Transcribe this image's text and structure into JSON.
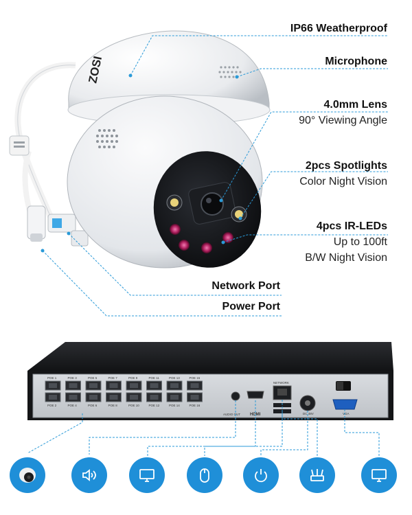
{
  "labels": {
    "weatherproof": "IP66 Weatherproof",
    "microphone": "Microphone",
    "lens_title": "4.0mm Lens",
    "lens_sub": "90° Viewing Angle",
    "spotlights_title": "2pcs Spotlights",
    "spotlights_sub": "Color Night Vision",
    "irleds_title": "4pcs IR-LEDs",
    "irleds_sub1": "Up to 100ft",
    "irleds_sub2": "B/W Night Vision",
    "network_port": "Network Port",
    "power_port": "Power Port"
  },
  "camera": {
    "brand": "ZOSI"
  },
  "nvr": {
    "poe_top": [
      "POE 1",
      "POE 3",
      "POE 5",
      "POE 7",
      "POE 9",
      "POE 11",
      "POE 13",
      "POE 15"
    ],
    "poe_bottom": [
      "POE 2",
      "POE 4",
      "POE 6",
      "POE 8",
      "POE 10",
      "POE 12",
      "POE 14",
      "POE 16"
    ],
    "audio_out": "AUDIO OUT",
    "hdmi": "HDMI",
    "network": "NETWORK",
    "dc": "DC 48V",
    "vga": "VGA"
  },
  "icons": [
    "camera-icon",
    "speaker-icon",
    "monitor-icon",
    "mouse-icon",
    "power-icon",
    "router-icon",
    "monitor-icon"
  ],
  "colors": {
    "accent": "#1f8fd8",
    "leader": "#2a9ad8"
  }
}
